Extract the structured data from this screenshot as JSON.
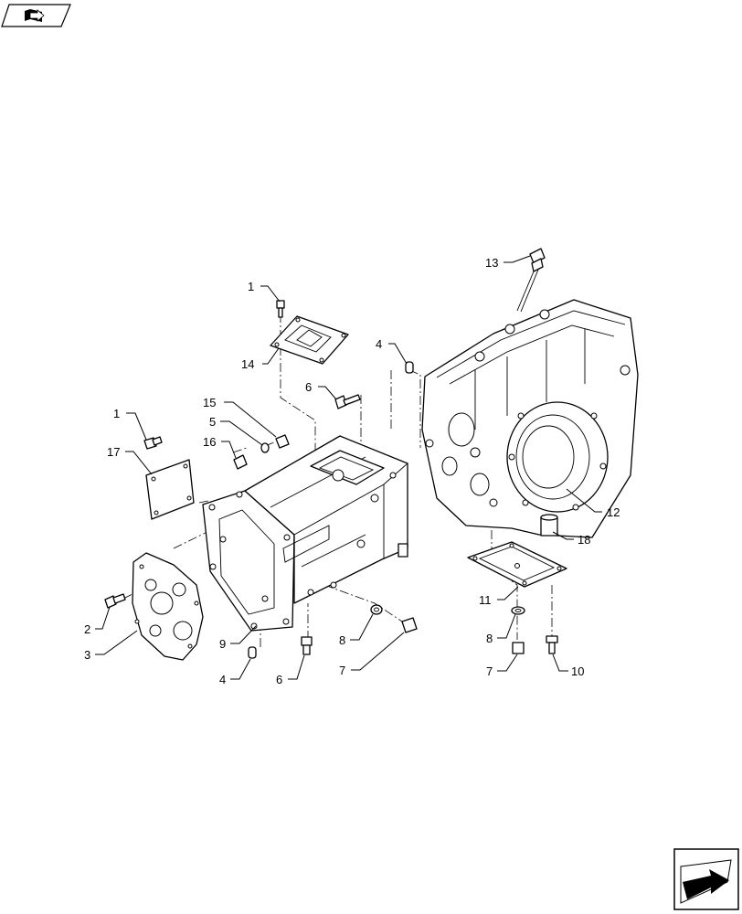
{
  "navigation": {
    "top_left_icon": "book-arrow-icon",
    "bottom_right_icon": "next-page-arrow-icon"
  },
  "callouts": {
    "c1a": "1",
    "c14": "14",
    "c4a": "4",
    "c6a": "6",
    "c13": "13",
    "c15": "15",
    "c5": "5",
    "c16": "16",
    "c1b": "1",
    "c17": "17",
    "c2": "2",
    "c3": "3",
    "c9": "9",
    "c4b": "4",
    "c6b": "6",
    "c8a": "8",
    "c7a": "7",
    "c12": "12",
    "c18": "18",
    "c11": "11",
    "c8b": "8",
    "c7b": "7",
    "c10": "10"
  }
}
